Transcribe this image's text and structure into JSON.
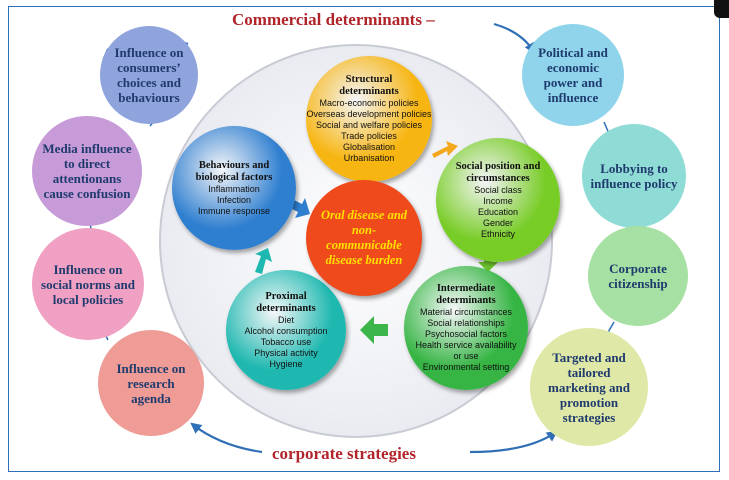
{
  "title_top": "Commercial determinants –",
  "title_bottom": "corporate strategies",
  "outer_circles": [
    {
      "text": "Influence on consumers’ choices and behaviours",
      "color": "#8fa3dd"
    },
    {
      "text": "Media influence to direct attentionans cause confusion",
      "color": "#c79bd8"
    },
    {
      "text": "Influence on social norms and local policies",
      "color": "#f0a1c3"
    },
    {
      "text": "Influence on research agenda",
      "color": "#ee9c95"
    },
    {
      "text": "Political and economic power and influence",
      "color": "#8fd4ea"
    },
    {
      "text": "Lobbying to influence policy",
      "color": "#8fdcd6"
    },
    {
      "text": "Corporate citizenship",
      "color": "#a6e0a2"
    },
    {
      "text": "Targeted and tailored marketing and promotion strategies",
      "color": "#dfe8a7"
    }
  ],
  "center": {
    "title": "Oral disease and non-communicable disease burden",
    "color": "#ef4a1c"
  },
  "inner_circles": [
    {
      "title": "Structural determinants",
      "items": [
        "Macro-economic policies",
        "Overseas development policies",
        "Social and welfare policies",
        "Trade policies",
        "Globalisation",
        "Urbanisation"
      ],
      "color": "#f7b511"
    },
    {
      "title": "Social position and circumstances",
      "items": [
        "Social class",
        "Income",
        "Education",
        "Gender",
        "Ethnicity"
      ],
      "color": "#78cc26"
    },
    {
      "title": "Intermediate determinants",
      "items": [
        "Material circumstances",
        "Social relationships",
        "Psychosocial factors",
        "Health service availability or use",
        "Environmental setting"
      ],
      "color": "#36b544"
    },
    {
      "title": "Proximal determinants",
      "items": [
        "Diet",
        "Alcohol consumption",
        "Tobacco use",
        "Physical activity",
        "Hygiene"
      ],
      "color": "#1fb8b0"
    },
    {
      "title": "Behaviours and biological factors",
      "items": [
        "Inflammation",
        "Infection",
        "Immune response"
      ],
      "color": "#2f7fd0"
    }
  ]
}
